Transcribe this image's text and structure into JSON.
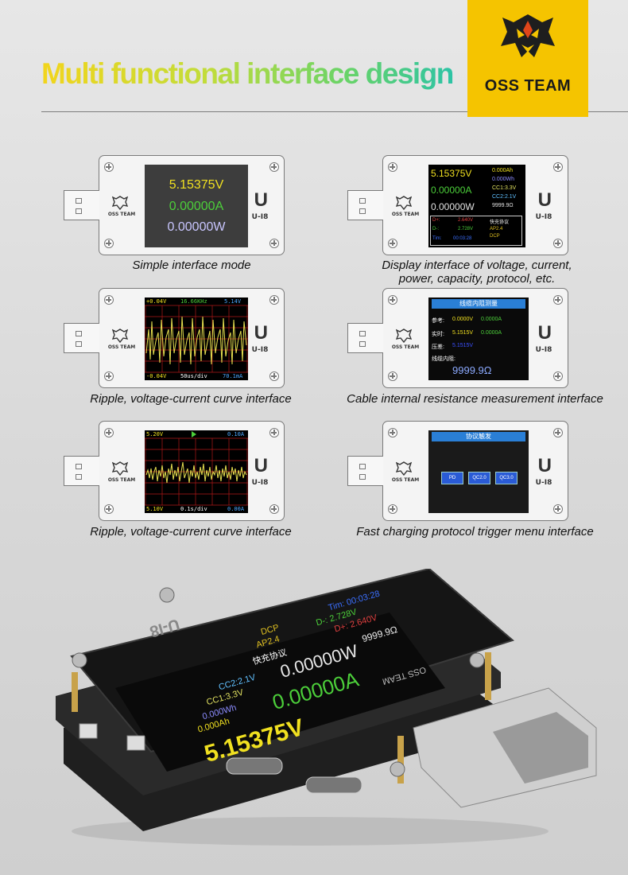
{
  "header": {
    "headline": "Multi functional interface design",
    "brand_name": "OSS TEAM"
  },
  "device": {
    "brand": "OSS TEAM",
    "model": "U-I8",
    "logo_letter": "U"
  },
  "panels": [
    {
      "caption": "Simple interface mode",
      "voltage": "5.15375V",
      "current": "0.00000A",
      "power": "0.00000W"
    },
    {
      "caption_line1": "Display interface of voltage, current,",
      "caption_line2": "power, capacity, protocol, etc.",
      "voltage": "5.15375V",
      "current": "0.00000A",
      "power": "0.00000W",
      "capacity_ah": "0.000Ah",
      "energy_wh": "0.000Wh",
      "cc1": "CC1:3.3V",
      "cc2": "CC2:2.1V",
      "resistance": "9999.9Ω",
      "dplus_label": "D+:",
      "dplus_value": "2.640V",
      "dminus_label": "D-:",
      "dminus_value": "2.728V",
      "time_label": "Tim:",
      "time_value": "00:03:28",
      "protocol_title": "快充协议",
      "protocol_1": "AP2.4",
      "protocol_2": "DCP"
    },
    {
      "caption": "Ripple, voltage-current curve interface",
      "top_left": "+0.04V",
      "top_mid": "16.66KHz",
      "top_right": "5.14V",
      "bottom_left": "-0.04V",
      "bottom_mid": "50us/div",
      "bottom_right": "70.1mA"
    },
    {
      "caption": "Cable internal resistance measurement interface",
      "title": "线缆内阻测量",
      "ref_label": "参考:",
      "ref_v": "0.0000V",
      "ref_a": "0.0000A",
      "live_label": "实时:",
      "live_v": "5.1515V",
      "live_a": "0.0000A",
      "diff_label": "压差:",
      "diff_v": "5.1515V",
      "res_label": "线缆内阻:",
      "res_value": "9999.9Ω"
    },
    {
      "caption": "Ripple, voltage-current curve interface",
      "top_left": "5.20V",
      "top_right": "0.10A",
      "bottom_left": "5.10V",
      "bottom_mid": "0.1s/div",
      "bottom_right": "0.00A"
    },
    {
      "caption": "Fast charging protocol trigger menu interface",
      "title": "协议触发",
      "buttons": [
        "PD",
        "QC2.0",
        "QC3.0"
      ]
    }
  ],
  "photo": {
    "device_label": "U-I8",
    "brand": "OSS TEAM",
    "voltage": "5.15375V",
    "current": "0.00000A",
    "power": "0.00000W",
    "capacity_ah": "0.000Ah",
    "energy_wh": "0.000Wh",
    "cc1": "CC1:3.3V",
    "cc2": "CC2:2.1V",
    "resistance": "9999.9Ω",
    "dplus": "D+: 2.640V",
    "dminus": "D-: 2.728V",
    "time": "Tim: 00:03:28",
    "protocol_title": "快充协议",
    "protocol_1": "AP2.4",
    "protocol_2": "DCP"
  },
  "colors": {
    "brand_yellow": "#f5c400",
    "screen_yellow": "#f0e020",
    "screen_green": "#4ccf3a",
    "screen_lavender": "#c9c6ff",
    "panel_blue": "#2a7fd6"
  }
}
